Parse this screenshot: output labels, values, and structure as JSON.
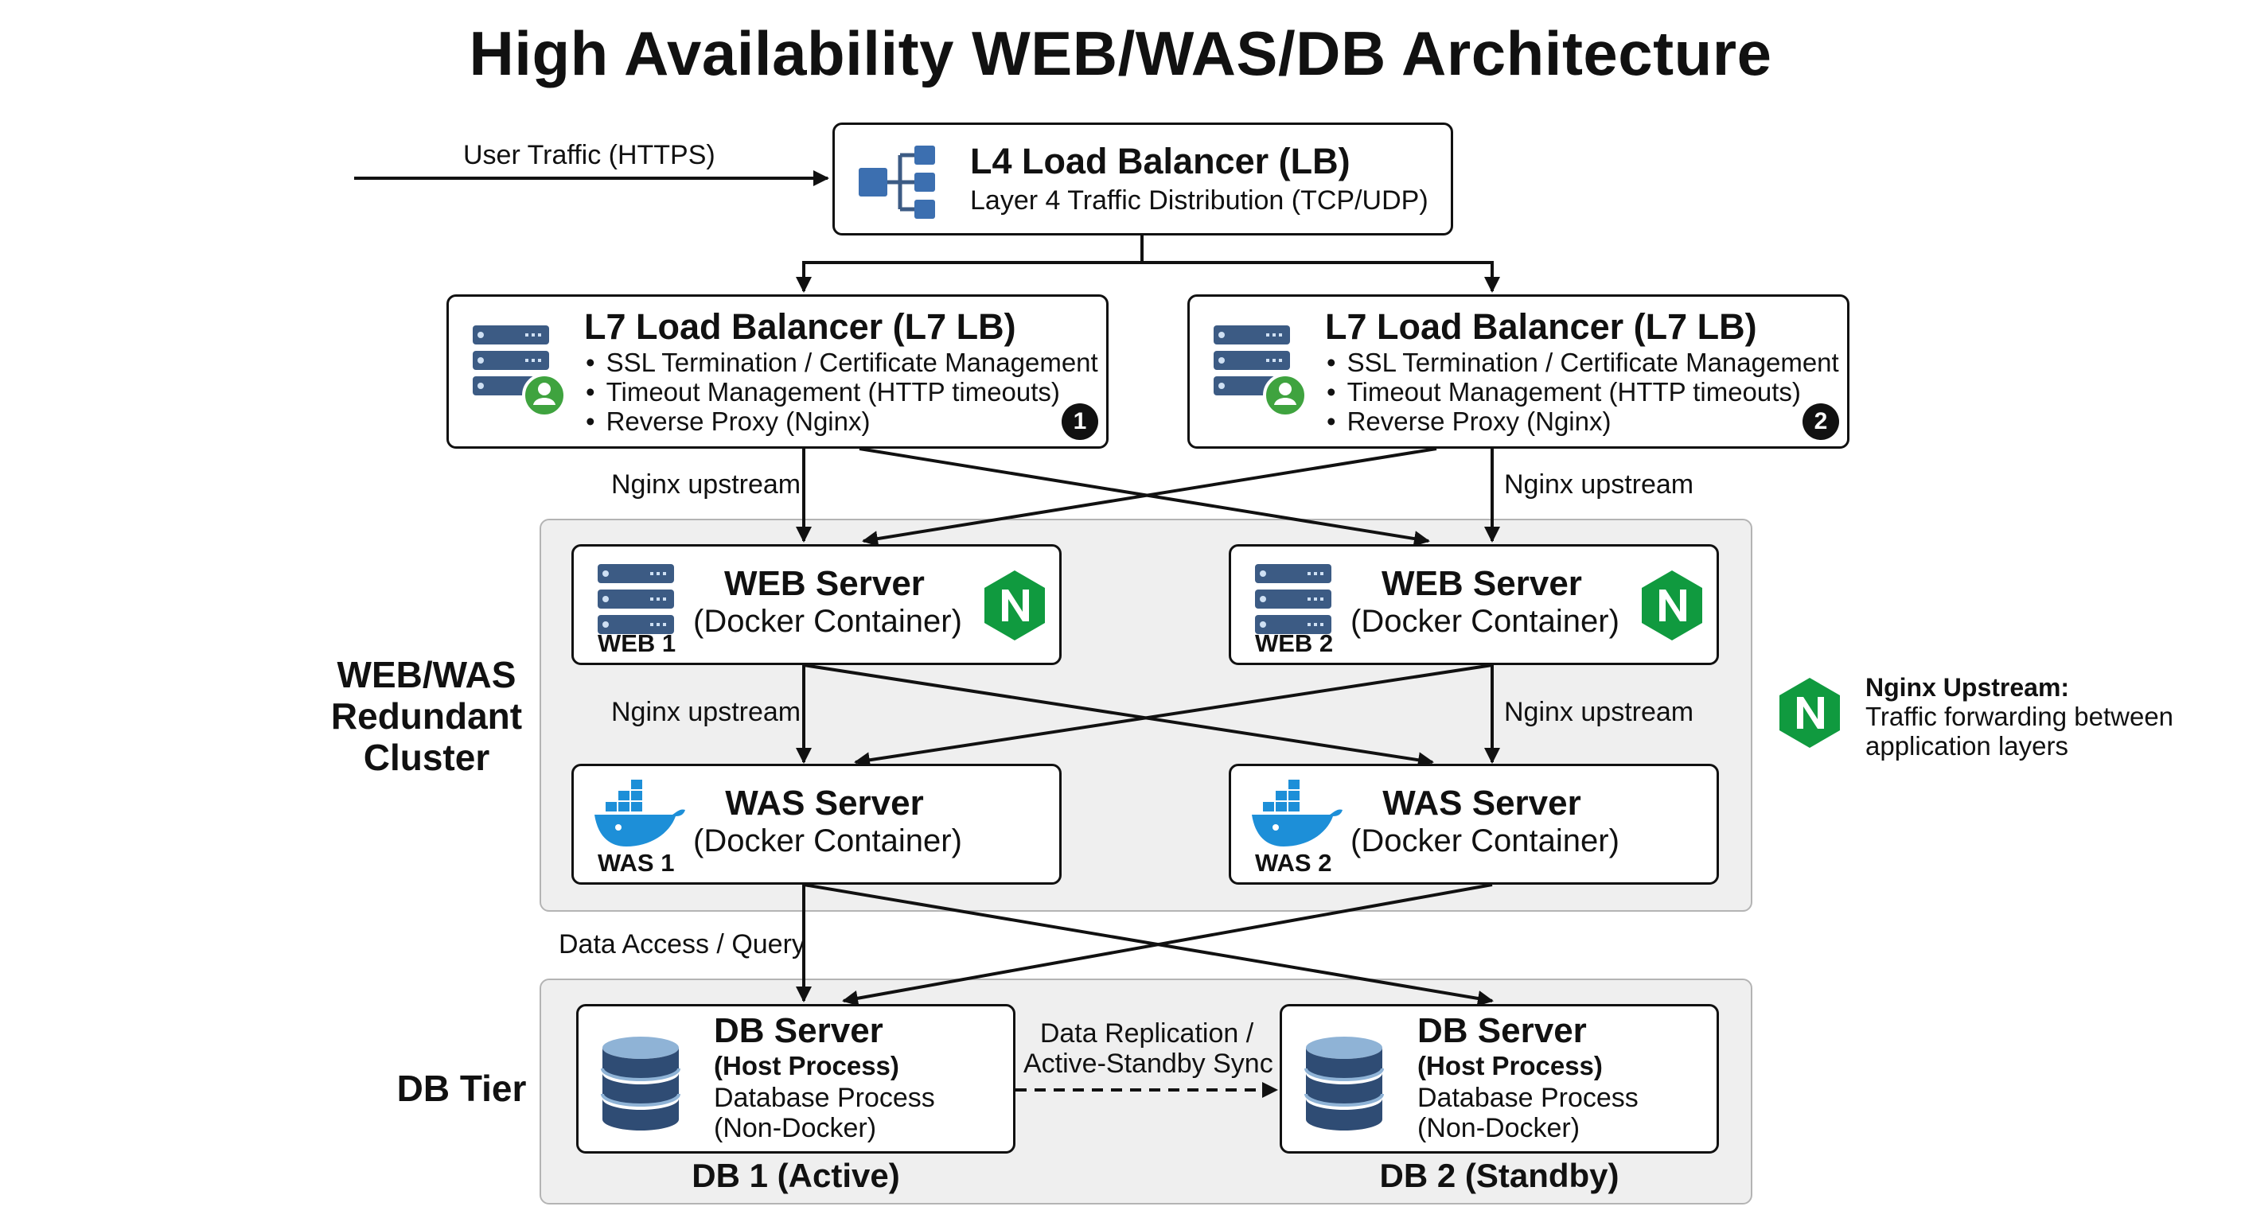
{
  "title": "High Availability WEB/WAS/DB Architecture",
  "user_traffic": "User Traffic (HTTPS)",
  "l4": {
    "title": "L4 Load Balancer (LB)",
    "subtitle": "Layer 4 Traffic Distribution (TCP/UDP)",
    "icon": "network-tree-icon"
  },
  "l7": [
    {
      "title": "L7 Load Balancer (L7 LB)",
      "bullets": [
        "SSL Termination / Certificate Management",
        "Timeout Management (HTTP timeouts)",
        "Reverse Proxy (Nginx)"
      ],
      "badge": "1",
      "icon": "server-user-icon"
    },
    {
      "title": "L7 Load Balancer (L7 LB)",
      "bullets": [
        "SSL Termination / Certificate Management",
        "Timeout Management (HTTP timeouts)",
        "Reverse Proxy (Nginx)"
      ],
      "badge": "2",
      "icon": "server-user-icon"
    }
  ],
  "edge_labels": {
    "nginx_upstream": "Nginx upstream",
    "data_access": "Data Access / Query",
    "replication_line1": "Data Replication /",
    "replication_line2": "Active-Standby Sync"
  },
  "cluster": {
    "label_lines": [
      "WEB/WAS",
      "Redundant",
      "Cluster"
    ],
    "web": [
      {
        "title": "WEB Server",
        "subtitle": "(Docker Container)",
        "tag": "WEB 1"
      },
      {
        "title": "WEB Server",
        "subtitle": "(Docker Container)",
        "tag": "WEB 2"
      }
    ],
    "was": [
      {
        "title": "WAS Server",
        "subtitle": "(Docker Container)",
        "tag": "WAS 1"
      },
      {
        "title": "WAS Server",
        "subtitle": "(Docker Container)",
        "tag": "WAS 2"
      }
    ]
  },
  "db_tier": {
    "label": "DB Tier",
    "servers": [
      {
        "title": "DB Server",
        "sub1": "(Host Process)",
        "line1": "Database Process",
        "line2": "(Non-Docker)",
        "caption": "DB 1 (Active)"
      },
      {
        "title": "DB Server",
        "sub1": "(Host Process)",
        "line1": "Database Process",
        "line2": "(Non-Docker)",
        "caption": "DB 2 (Standby)"
      }
    ]
  },
  "legend": {
    "title": "Nginx Upstream:",
    "line1": "Traffic forwarding between",
    "line2": "application layers",
    "icon": "nginx-logo-icon"
  },
  "colors": {
    "nginx_green": "#109a3f",
    "server_blue": "#3c5b84",
    "docker_blue": "#1d8fd8",
    "db_blue": "#2f4c74",
    "region_gray": "#efefef"
  }
}
